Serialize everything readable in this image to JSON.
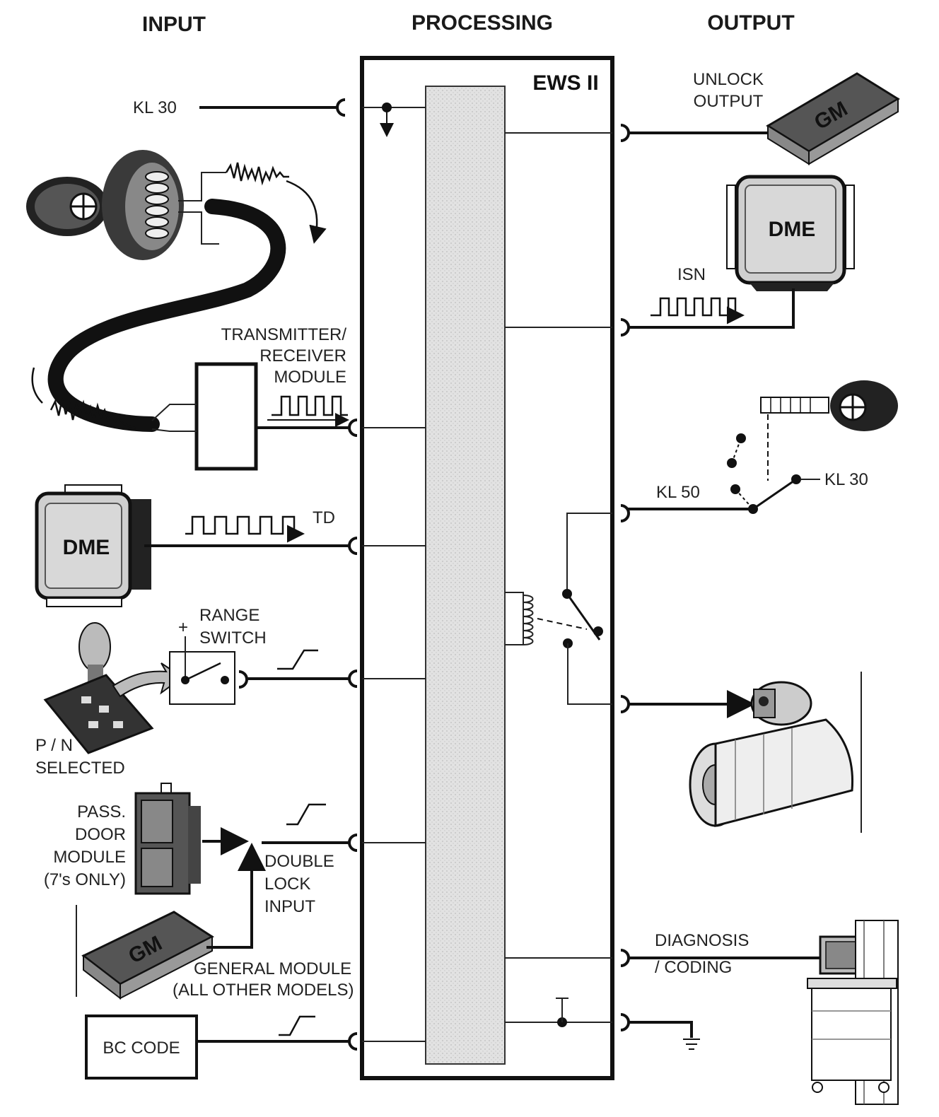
{
  "headers": {
    "input": "INPUT",
    "processing": "PROCESSING",
    "output": "OUTPUT"
  },
  "ews": {
    "label": "EWS II"
  },
  "inputs": {
    "kl30": "KL 30",
    "transmitter": [
      "TRANSMITTER/",
      "RECEIVER",
      "MODULE"
    ],
    "dme": "DME",
    "td": "TD",
    "range_switch": [
      "RANGE",
      "SWITCH"
    ],
    "range_plus": "+",
    "pn": [
      "P / N",
      "SELECTED"
    ],
    "door_module": [
      "PASS.",
      "DOOR",
      "MODULE",
      "(7's ONLY)"
    ],
    "double_lock": [
      "DOUBLE",
      "LOCK",
      "INPUT"
    ],
    "general_module": [
      "GENERAL MODULE",
      "(ALL OTHER MODELS)"
    ],
    "gm": "GM",
    "bc_code": "BC CODE"
  },
  "outputs": {
    "unlock": [
      "UNLOCK",
      "OUTPUT"
    ],
    "gm": "GM",
    "dme": "DME",
    "isn": "ISN",
    "kl50": "KL 50",
    "kl30": "KL 30",
    "diagnosis": [
      "DIAGNOSIS",
      "/ CODING"
    ]
  },
  "colors": {
    "line": "#111111",
    "bar": "#dcdcdc",
    "box": "#ffffff"
  }
}
